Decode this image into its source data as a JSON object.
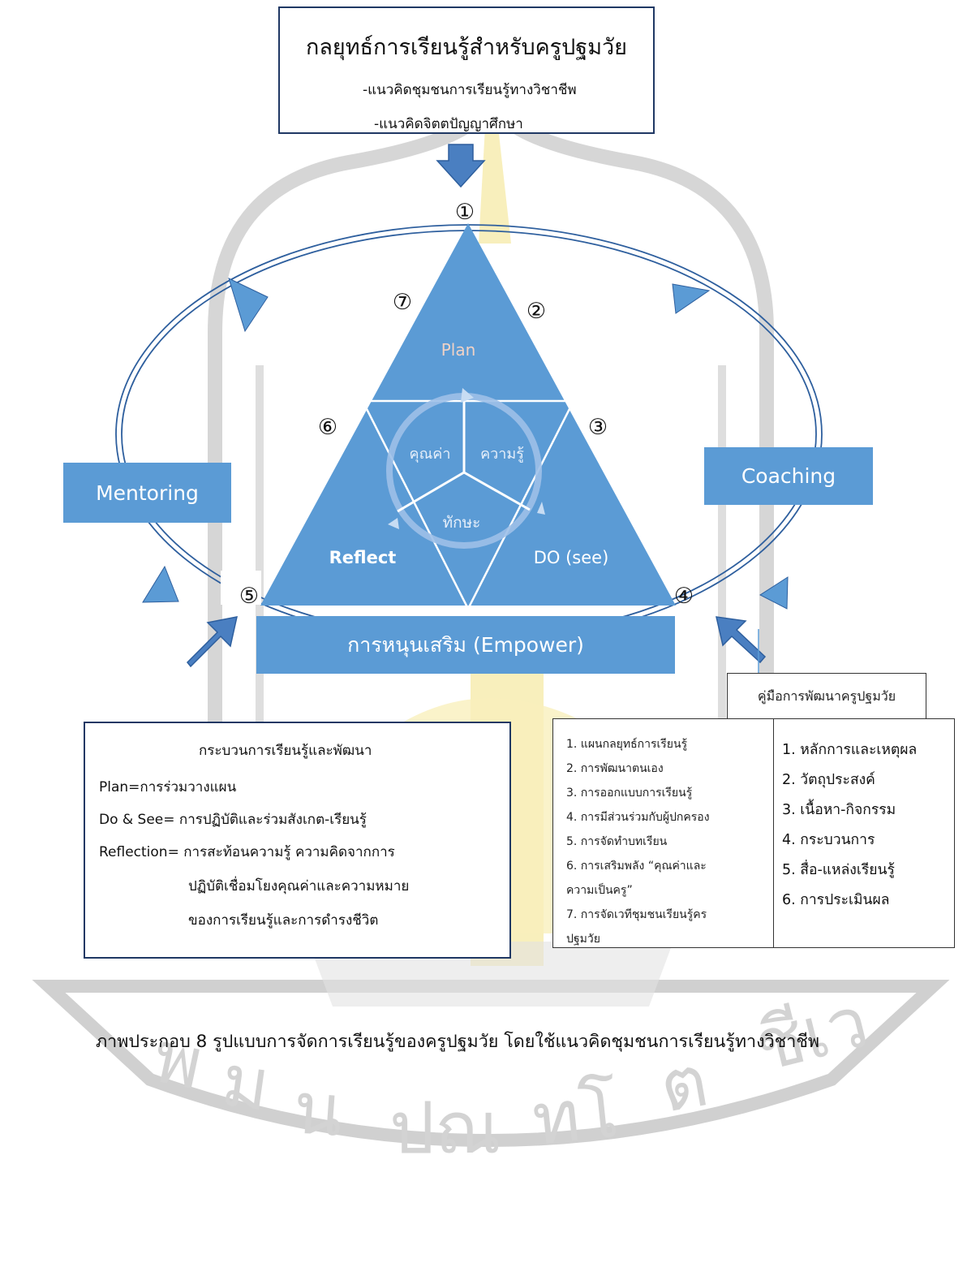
{
  "strategy": {
    "title": "กลยุทธ์การเรียนรู้สำหรับครูปฐมวัย",
    "concepts": [
      "-แนวคิดชุมชนการเรียนรู้ทางวิชาชีพ",
      "-แนวคิดจิตตปัญญาศึกษา"
    ]
  },
  "step_numbers": [
    "①",
    "②",
    "③",
    "④",
    "⑤",
    "⑥",
    "⑦"
  ],
  "triangle": {
    "plan": "Plan",
    "do_see": "DO (see)",
    "reflect": "Reflect",
    "center": {
      "value": "คุณค่า",
      "knowledge": "ความรู้",
      "skill": "ทักษะ"
    }
  },
  "mentoring": "Mentoring",
  "coaching": "Coaching",
  "empower": "การหนุนเสริม (Empower)",
  "process": {
    "title": "กระบวนการเรียนรู้และพัฒนา",
    "lines": [
      "Plan=การร่วมวางแผน",
      "Do & See= การปฏิบัติและร่วมสังเกต-เรียนรู้",
      "Reflection= การสะท้อนความรู้ ความคิดจากการ",
      "ปฏิบัติเชื่อมโยงคุณค่าและความหมาย",
      "ของการเรียนรู้และการดำรงชีวิต"
    ]
  },
  "handbook": {
    "title": "คู่มือการพัฒนาครูปฐมวัย",
    "activities": [
      "1. แผนกลยุทธ์การเรียนรู้",
      "2. การพัฒนาตนเอง",
      "3. การออกแบบการเรียนรู้",
      "4. การมีส่วนร่วมกับผู้ปกครอง",
      "5. การจัดทำบทเรียน",
      "6. การเสริมพลัง “คุณค่าและ",
      "ความเป็นครู”",
      "7. การจัดเวทีชุมชนเรียนรู้คร",
      "ปฐมวัย"
    ],
    "components": [
      "1. หลักการและเหตุผล",
      "2. วัตถุประสงค์",
      "3. เนื้อหา-กิจกรรม",
      "4. กระบวนการ",
      "5. สื่อ-แหล่งเรียนรู้",
      "6. การประเมินผล"
    ]
  },
  "caption": "ภาพประกอบ 8 รูปแบบการจัดการเรียนรู้ของครูปฐมวัย  โดยใช้แนวคิดชุมชนการเรียนรู้ทางวิชาชีพ",
  "colors": {
    "primary_blue": "#5b9bd5",
    "dark_blue": "#2e5f9e",
    "outline_navy": "#1f3864",
    "watermark_gray": "#c8c8c8",
    "watermark_yellow": "#f7ecb0"
  }
}
